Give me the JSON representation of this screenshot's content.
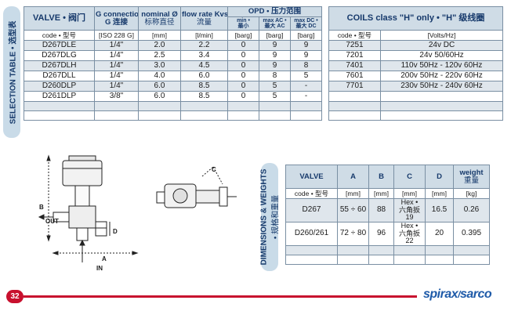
{
  "selection_tab": "SELECTION TABLE • 选型表",
  "valve_table": {
    "headers": {
      "valve": "VALVE • 阀门",
      "g_connection": "G connection",
      "g_connection_cn": "G 连接",
      "nominal": "nominal Ø",
      "nominal_cn": "标称直径",
      "flow_rate": "flow rate Kvs",
      "flow_rate_cn": "流量",
      "opd": "OPD • 压力范围",
      "min": "min •",
      "min_cn": "最小",
      "max_ac": "max AC •",
      "max_ac_cn": "最大 AC",
      "max_dc": "max DC •",
      "max_dc_cn": "最大 DC"
    },
    "units": [
      "code • 型号",
      "[ISO 228 G]",
      "[mm]",
      "[l/min]",
      "[barg]",
      "[barg]",
      "[barg]"
    ],
    "rows": [
      [
        "D267DLE",
        "1/4\"",
        "2.0",
        "2.2",
        "0",
        "9",
        "9"
      ],
      [
        "D267DLG",
        "1/4\"",
        "2.5",
        "3.4",
        "0",
        "9",
        "9"
      ],
      [
        "D267DLH",
        "1/4\"",
        "3.0",
        "4.5",
        "0",
        "9",
        "8"
      ],
      [
        "D267DLL",
        "1/4\"",
        "4.0",
        "6.0",
        "0",
        "8",
        "5"
      ],
      [
        "D260DLP",
        "1/4\"",
        "6.0",
        "8.5",
        "0",
        "5",
        "-"
      ],
      [
        "D261DLP",
        "3/8\"",
        "6.0",
        "8.5",
        "0",
        "5",
        "-"
      ]
    ]
  },
  "coils_table": {
    "header": "COILS class \"H\" only • \"H\" 级线圈",
    "units": [
      "code • 型号",
      "[Volts/Hz]"
    ],
    "rows": [
      [
        "7251",
        "24v DC"
      ],
      [
        "7201",
        "24v 50/60Hz"
      ],
      [
        "7401",
        "110v 50Hz - 120v 60Hz"
      ],
      [
        "7601",
        "200v 50Hz - 220v 60Hz"
      ],
      [
        "7701",
        "230v 50Hz - 240v 60Hz"
      ]
    ]
  },
  "dimensions_tab": "DIMENSIONS & WEIGHTS",
  "dimensions_tab_cn": "• 规格和重量",
  "dim_table": {
    "headers": [
      "VALVE",
      "A",
      "B",
      "C",
      "D",
      "weight"
    ],
    "weight_cn": "重量",
    "units": [
      "code • 型号",
      "[mm]",
      "[mm]",
      "[mm]",
      "[mm]",
      "[kg]"
    ],
    "rows": [
      {
        "valve": "D267",
        "a": "55 ÷ 60",
        "b": "88",
        "c1": "Hex •",
        "c2": "六角扳",
        "c3": "19",
        "d": "16.5",
        "w": "0.26"
      },
      {
        "valve": "D260/261",
        "a": "72 ÷ 80",
        "b": "96",
        "c1": "Hex •",
        "c2": "六角扳",
        "c3": "22",
        "d": "20",
        "w": "0.395"
      }
    ]
  },
  "drawing_labels": {
    "out": "OUT",
    "in": "IN",
    "a": "A",
    "b": "B",
    "c": "C",
    "d": "D"
  },
  "footer": {
    "page": "32",
    "brand": "spirax",
    "brand2": "sarco"
  },
  "colors": {
    "accent": "#c8102e",
    "header_bg": "#cfdce6",
    "brand": "#1e5aa8"
  }
}
